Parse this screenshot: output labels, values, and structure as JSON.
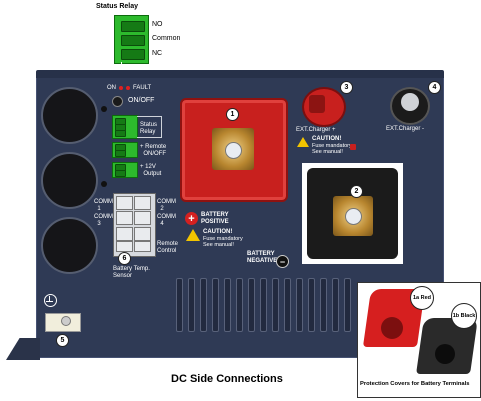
{
  "status_relay": {
    "title": "Status Relay",
    "labels": [
      "NO",
      "Common",
      "NC"
    ]
  },
  "panel": {
    "on_fault": "ON",
    "fault": "FAULT",
    "on_off": "ON/OFF",
    "status_relay_label": "Status\nRelay",
    "remote_on_off": "+ Remote\nON/OFF",
    "output_12v": "+ 12V\nOutput",
    "comm1": "COMM 1",
    "comm2": "COMM 2",
    "comm3": "COMM 3",
    "comm4": "COMM 4",
    "remote_control": "Remote\nControl",
    "battery_temp_sensor": "Battery Temp.\nSensor",
    "battery_positive": "BATTERY\nPOSITIVE",
    "caution_title": "CAUTION!",
    "caution_sub": "Fuse mandatory\nSee manual!",
    "ext_charger_plus": "EXT.Charger +",
    "ext_charger_minus": "EXT.Charger -",
    "battery_negative": "BATTERY\nNEGATIVE"
  },
  "callouts": [
    "1",
    "2",
    "3",
    "4",
    "5",
    "6"
  ],
  "caption": "DC Side Connections",
  "covers": {
    "red_label": "1a Red",
    "black_label": "1b Black",
    "caption": "Protection Covers for Battery Terminals"
  },
  "colors": {
    "panel": "#2f3a55",
    "red_terminal": "#c8201e",
    "black_block": "#1c1c1c",
    "green_connector": "#2dba2d"
  }
}
